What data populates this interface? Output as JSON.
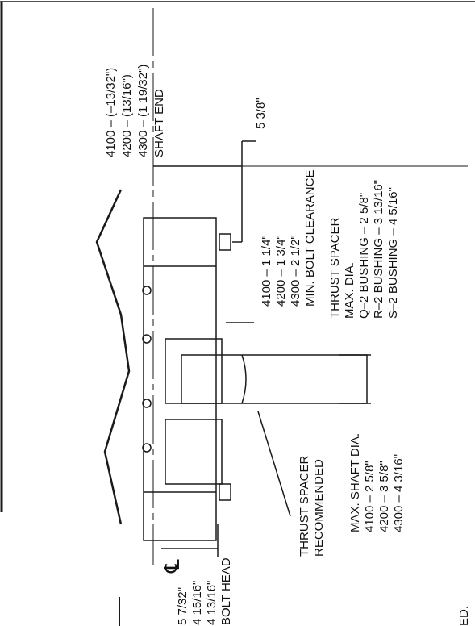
{
  "shaft_end": {
    "lines": [
      "4100 – (–13/32\")",
      "4200 – (13/16\")",
      "4300 – (1 19/32\")",
      "SHAFT END"
    ]
  },
  "dim_5_3_8": "5 3/8\"",
  "bolt_clearance": {
    "lines": [
      "4100 – 1 1/4\"",
      "4200 – 1 3/4\"",
      "4300 – 2 1/2\"",
      "MIN. BOLT CLEARANCE"
    ]
  },
  "thrust_spacer_dia": {
    "lines": [
      "THRUST SPACER",
      "MAX. DIA.",
      "Q–2 BUSHING – 2 5/8\"",
      "R–2 BUSHING – 3 13/16\"",
      "S–2 BUSHING – 4 5/16\""
    ]
  },
  "max_shaft_dia": {
    "lines": [
      "MAX. SHAFT DIA.",
      "4100 – 2 5/8\"",
      "4200 – 3 5/8\"",
      "4300 – 4 3/16\""
    ]
  },
  "thrust_spacer_recommended": {
    "lines": [
      "THRUST SPACER",
      "RECOMMENDED"
    ]
  },
  "bolt_head": {
    "lines": [
      "BOLT HEAD",
      "4 13/16\"",
      "4 15/16\"",
      "5 7/32\""
    ]
  },
  "centerline_symbol": "℄",
  "edge_text": "ED."
}
